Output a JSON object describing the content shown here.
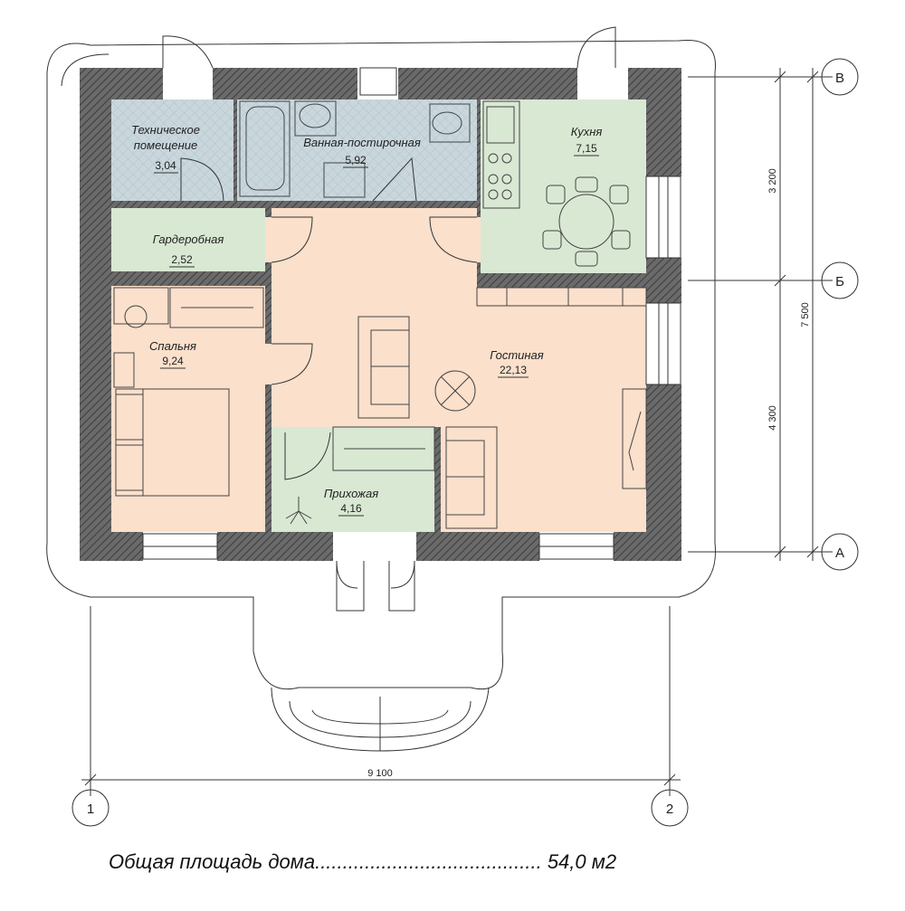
{
  "rooms": {
    "tech": {
      "name_line1": "Техническое",
      "name_line2": "помещение",
      "area": "3,04"
    },
    "bath": {
      "name": "Ванная-постирочная",
      "area": "5,92"
    },
    "kitchen": {
      "name": "Кухня",
      "area": "7,15"
    },
    "wardrobe": {
      "name": "Гардеробная",
      "area": "2,52"
    },
    "bedroom": {
      "name": "Спальня",
      "area": "9,24"
    },
    "living": {
      "name": "Гостиная",
      "area": "22,13"
    },
    "hall": {
      "name": "Прихожая",
      "area": "4,16"
    }
  },
  "dimensions": {
    "v_upper": "3 200",
    "v_lower": "4 300",
    "v_total": "7 500",
    "h_total": "9 100"
  },
  "axes": {
    "row_top": "В",
    "row_mid": "Б",
    "row_bottom": "А",
    "col_left": "1",
    "col_right": "2"
  },
  "total": {
    "label": "Общая площадь дома",
    "dots": ".........................................",
    "value": "54,0 м2"
  },
  "colors": {
    "wall": "#5a5a5a",
    "tile": "#c9d7dd",
    "green": "#d9e8d3",
    "peach": "#fbe0cc"
  }
}
